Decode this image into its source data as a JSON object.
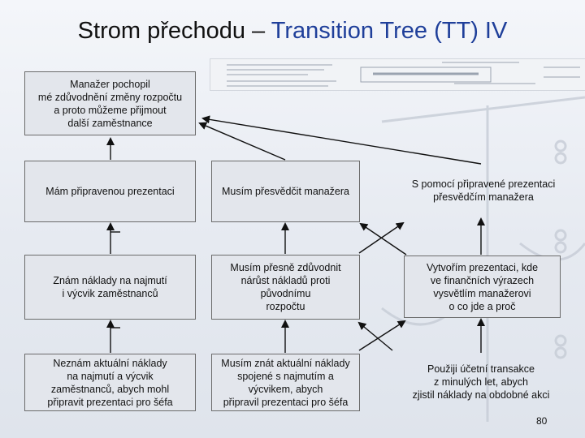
{
  "title": {
    "prefix": "Strom přechodu – ",
    "accent": "Transition Tree (TT) IV"
  },
  "accent_color": "#1f3f9a",
  "nodes": {
    "goal": "Manažer pochopil\nmé zdůvodnění změny rozpočtu\na proto můžeme přijmout\ndalší zaměstnance",
    "r1c1": "Mám připravenou prezentaci",
    "r1c2": "Musím přesvědčit manažera",
    "r1c3": "S pomocí připravené prezentaci\npřesvědčím manažera",
    "r2c1": "Znám náklady na najmutí\ni výcvik zaměstnanců",
    "r2c2": "Musím přesně zdůvodnit\nnárůst nákladů proti původnímu\nrozpočtu",
    "r2c3": "Vytvořím prezentaci, kde\nve finančních výrazech\nvysvětlím manažerovi\no co jde a proč",
    "r3c1": "Neznám aktuální náklady\nna najmutí a výcvik\nzaměstnanců, abych mohl\npřipravit prezentaci pro šéfa",
    "r3c2": "Musím znát aktuální náklady\nspojené s najmutím a\nvýcvikem, abych\npřipravil prezentaci pro šéfa",
    "r3c3": "Použiji účetní transakce\nz minulých let, abych\nzjistil náklady na obdobné akci"
  },
  "page_number": "80"
}
